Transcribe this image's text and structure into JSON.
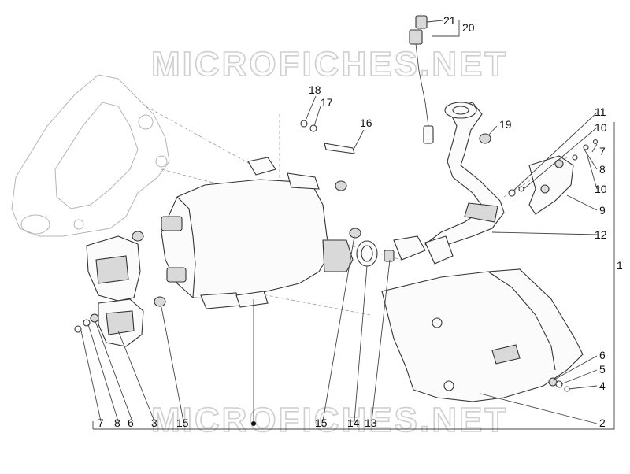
{
  "watermark": {
    "top": "MICROFICHES.NET",
    "bottom": "MICROFICHES.NET"
  },
  "callouts": [
    "1",
    "2",
    "3",
    "4",
    "5",
    "6",
    "6",
    "7",
    "7",
    "8",
    "8",
    "9",
    "10",
    "10",
    "11",
    "12",
    "13",
    "14",
    "15",
    "15",
    "16",
    "17",
    "18",
    "19",
    "20",
    "21"
  ],
  "labels": {
    "n1": "1",
    "n2": "2",
    "n3": "3",
    "n4": "4",
    "n5": "5",
    "n6a": "6",
    "n6b": "6",
    "n7a": "7",
    "n7b": "7",
    "n8a": "8",
    "n8b": "8",
    "n9": "9",
    "n10a": "10",
    "n10b": "10",
    "n11": "11",
    "n12": "12",
    "n13": "13",
    "n14": "14",
    "n15a": "15",
    "n15b": "15",
    "n16": "16",
    "n17": "17",
    "n18": "18",
    "n19": "19",
    "n20": "20",
    "n21": "21"
  }
}
